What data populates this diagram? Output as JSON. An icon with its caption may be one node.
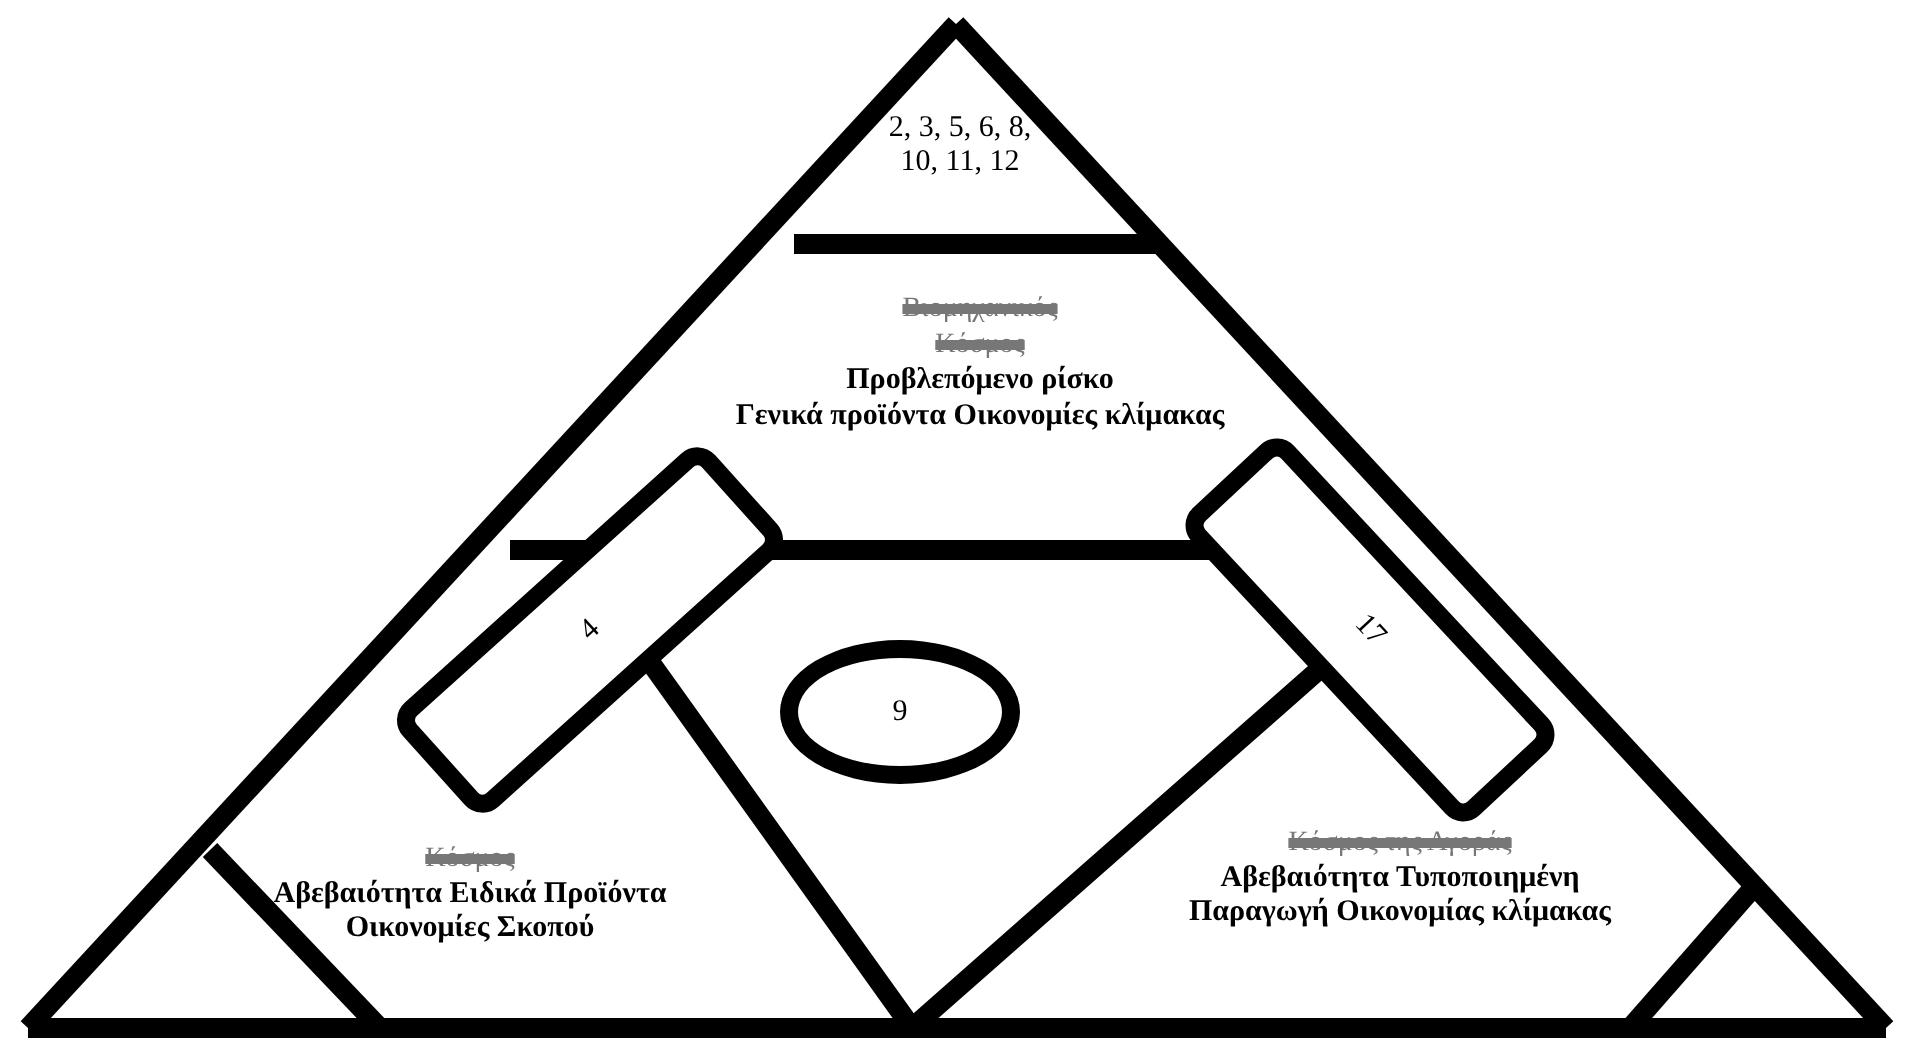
{
  "diagram": {
    "nodes": [
      {
        "text": [
          "2, 3, 5, 6, 8, 10, 11, 12"
        ]
      },
      {
        "text": [
          "Βιομηχανικός",
          "Κόσμος",
          "Προβλεπόμενο ρίσκο",
          "Γενικά προϊόντα Οικονομίες κλίμακας"
        ]
      },
      {
        "text": [
          "4"
        ]
      },
      {
        "text": [
          "17"
        ]
      },
      {
        "text": [],
        "shape": "box"
      },
      {
        "text": [
          "9"
        ],
        "in": 4
      },
      {
        "text": [
          "Κόσμος",
          "Αβεβαιότητα Ειδικά Προϊόντα Οικονομίες Σκοπού"
        ]
      },
      {
        "text": [
          "Κόσμος της Αγοράς",
          "Αβεβαιότητα Τυποποιημένη Παραγωγή Οικονομίας κλίμακας"
        ]
      }
    ],
    "edges": []
  }
}
